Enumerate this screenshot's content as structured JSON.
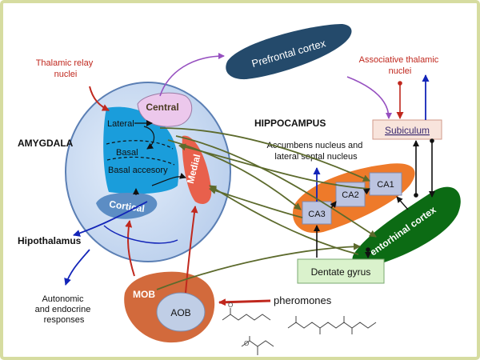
{
  "labels": {
    "thalamic_relay": [
      "Thalamic relay",
      "nuclei"
    ],
    "amygdala": "AMYGDALA",
    "central": "Central",
    "lateral": "Lateral",
    "basal": "Basal",
    "basal_accessory": "Basal accesory",
    "medial": "Medial",
    "cortical": "Cortical",
    "hipothalamus": "Hipothalamus",
    "autonomic": [
      "Autonomic",
      "and endocrine",
      "responses"
    ],
    "prefrontal": "Prefrontal cortex",
    "hippocampus": "HIPPOCAMPUS",
    "accumbens": [
      "Accumbens nucleus and",
      "lateral septal nucleus"
    ],
    "associative_thalamic": [
      "Associative thalamic",
      "nuclei"
    ],
    "subiculum": "Subiculum",
    "ca1": "CA1",
    "ca2": "CA2",
    "ca3": "CA3",
    "entorhinal": "entorhinal cortex",
    "dentate": "Dentate gyrus",
    "mob": "MOB",
    "aob": "AOB",
    "pheromones": "pheromones",
    "oxygen": "O"
  },
  "colors": {
    "frame": "#d6dca0",
    "amygdala_fill": "#c9daf1",
    "amygdala_stroke": "#5b7fb4",
    "lateral_blue": "#1a9ddb",
    "central_pink": "#ecc8ec",
    "medial_red": "#e8604c",
    "cortical_blue": "#5c8dc4",
    "prefrontal_navy": "#244a6b",
    "ca_orange": "#ee7a2a",
    "ca_box": "#bcc4e0",
    "entorhinal_green": "#0c6b14",
    "dentate_fill": "#daf2cc",
    "subiculum_fill": "#f8e4dc",
    "mob_orange": "#d26a3c",
    "aob_fill": "#c0cee6",
    "arrow_purple": "#9650c0",
    "arrow_red": "#c0281e",
    "arrow_blue": "#1224b8",
    "arrow_olive": "#5c6a2c"
  }
}
